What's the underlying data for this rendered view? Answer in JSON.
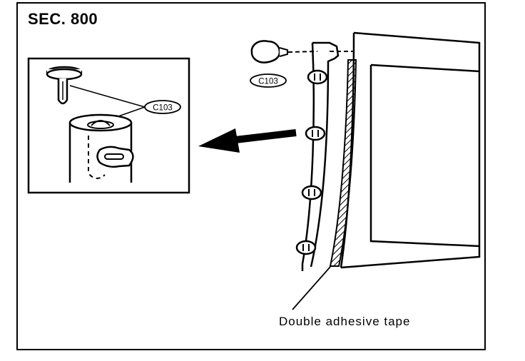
{
  "section": {
    "title": "SEC. 800"
  },
  "callouts": {
    "clip_code_main": "C103",
    "clip_code_detail": "C103",
    "tape_label": "Double adhesive tape"
  }
}
